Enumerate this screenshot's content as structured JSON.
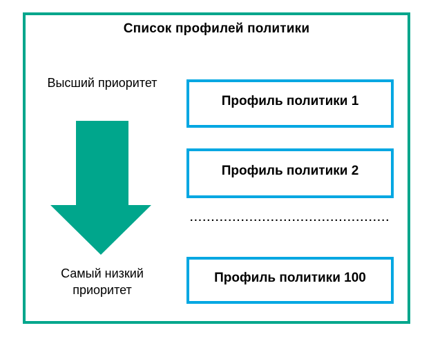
{
  "title": "Список профилей политики",
  "labels": {
    "high_priority": "Высший приоритет",
    "low_priority_line1": "Самый низкий",
    "low_priority_line2": "приоритет"
  },
  "profiles": [
    {
      "label": "Профиль политики 1"
    },
    {
      "label": "Профиль политики 2"
    },
    {
      "label": "Профиль политики 100"
    }
  ],
  "separator_dots": "...............................................",
  "icons": {
    "arrow": "down-arrow-icon"
  },
  "colors": {
    "frame_teal": "#00a68c",
    "box_blue": "#00a7e2",
    "text": "#000000",
    "background": "#ffffff"
  }
}
